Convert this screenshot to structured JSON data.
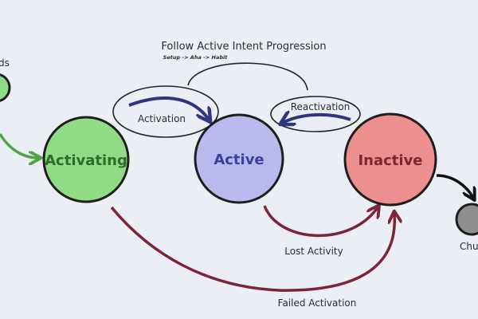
{
  "header": {
    "title": "Follow Active Intent Progression",
    "subtitle": "Setup -> Aha -> Habit"
  },
  "nodes": {
    "left_partial_label": "ds",
    "activating": "Activating",
    "active": "Active",
    "inactive": "Inactive",
    "churn_partial_label": "Chu"
  },
  "edges": {
    "activation": "Activation",
    "reactivation": "Reactivation",
    "lost_activity": "Lost Activity",
    "failed_activation": "Failed Activation"
  },
  "colors": {
    "background": "#eceef6",
    "activating_fill": "#8fdc85",
    "activating_text": "#2f6b2c",
    "active_fill": "#b9b9ee",
    "active_text": "#3b3f9c",
    "inactive_fill": "#ee8f8f",
    "inactive_text": "#7a2830",
    "churn_fill": "#8e8e8e",
    "navy_arrow": "#2e3582",
    "maroon_arrow": "#7d2436",
    "green_arrow": "#4aa542",
    "outline": "#1e1e1e"
  }
}
